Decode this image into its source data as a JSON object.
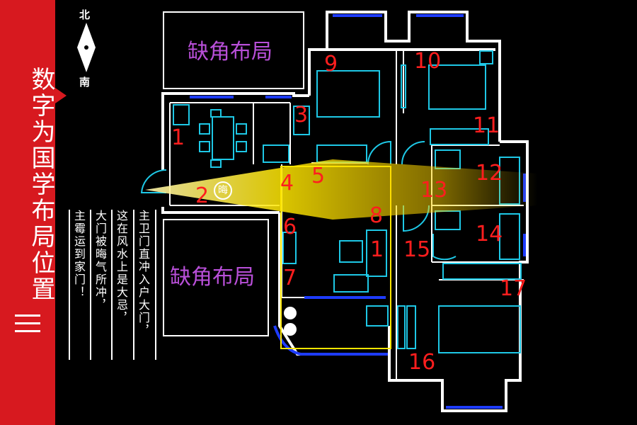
{
  "banner": {
    "title": "数字为国学布局位置",
    "color": "#d7191f"
  },
  "compass": {
    "north": "北",
    "south": "南"
  },
  "notes": [
    "主卫门直冲入户大门，",
    "这在风水上是大忌，",
    "大门被晦气所冲，",
    "主霉运到家门！"
  ],
  "missing_corners": [
    {
      "label": "缺角布局"
    },
    {
      "label": "缺角布局"
    }
  ],
  "stamp": "晦",
  "positions": [
    "1",
    "2",
    "3",
    "4",
    "5",
    "6",
    "7",
    "8",
    "9",
    "10",
    "11",
    "12",
    "13",
    "14",
    "15",
    "16",
    "17",
    "1"
  ],
  "colors": {
    "walls": "#ffffff",
    "windows": "#1e3cff",
    "furniture": "#1ec8e6",
    "highlight": "#ffe600",
    "numbers": "#ff1e1e",
    "missing_label": "#b84fd8"
  }
}
